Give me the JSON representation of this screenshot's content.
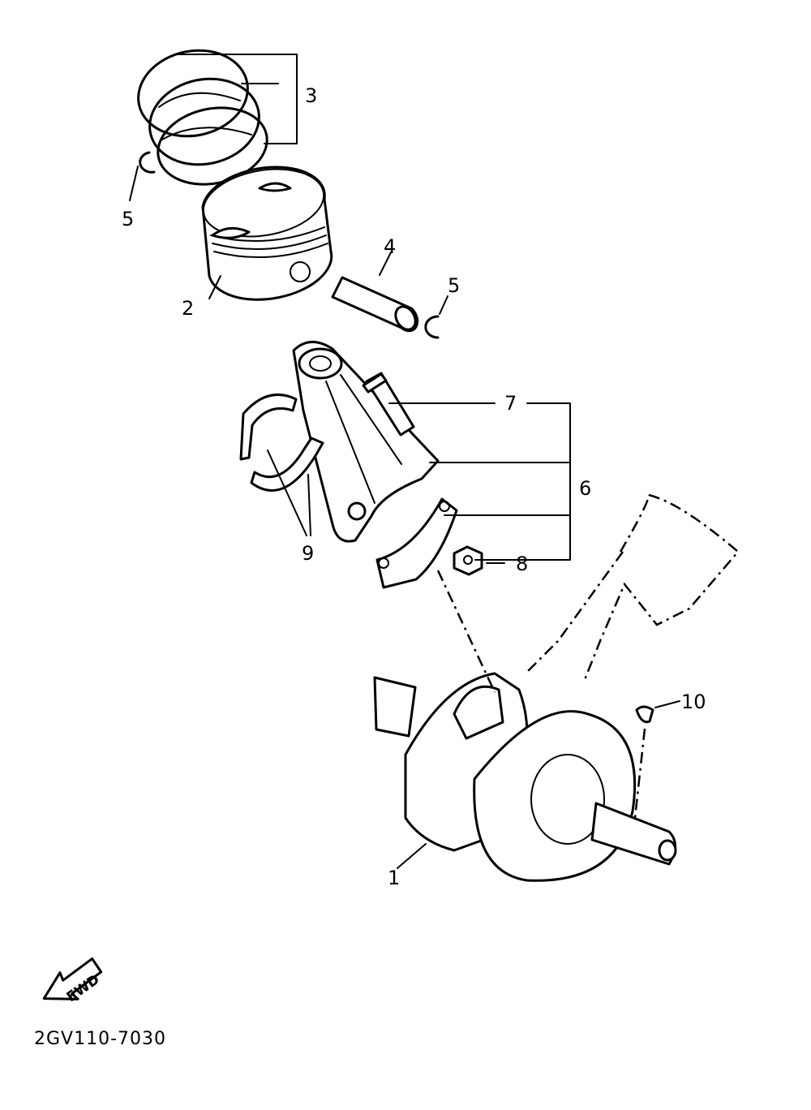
{
  "callouts": {
    "c1": "1",
    "c2": "2",
    "c3": "3",
    "c4": "4",
    "c5a": "5",
    "c5b": "5",
    "c6": "6",
    "c7": "7",
    "c8": "8",
    "c9": "9",
    "c10": "10"
  },
  "direction_arrow": "FWD",
  "diagram_code": "2GV110-7030"
}
